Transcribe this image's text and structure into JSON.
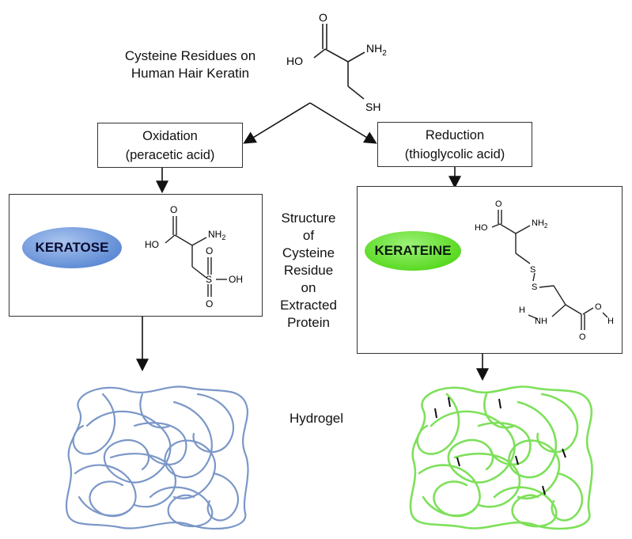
{
  "title": {
    "line1": "Cysteine Residues on",
    "line2": "Human Hair Keratin"
  },
  "oxidation": {
    "line1": "Oxidation",
    "line2": "(peracetic acid)"
  },
  "reduction": {
    "line1": "Reduction",
    "line2": "(thioglycolic acid)"
  },
  "keratose": {
    "label": "KERATOSE",
    "color": "#5d8ad4"
  },
  "kerateine": {
    "label": "KERATEINE",
    "color": "#66e22e"
  },
  "middle_caption": [
    "Structure",
    "of",
    "Cysteine",
    "Residue",
    "on",
    "Extracted",
    "Protein"
  ],
  "hydrogel_label": "Hydrogel",
  "hydrogel_colors": {
    "left": "#7b97c8",
    "right": "#7ee05a"
  },
  "chem": {
    "O": "O",
    "HO": "HO",
    "NH2": "NH",
    "sub2": "2",
    "SH": "SH",
    "S": "S",
    "OH": "OH",
    "H": "H",
    "NH": "NH"
  }
}
